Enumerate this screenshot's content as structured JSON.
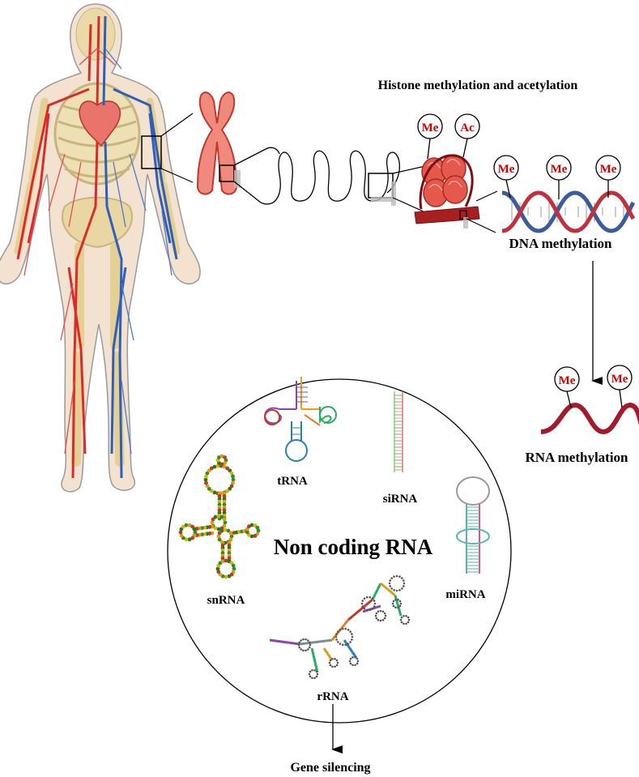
{
  "labels": {
    "histone": "Histone methylation and acetylation",
    "dna_methylation": "DNA methylation",
    "rna_methylation": "RNA methylation",
    "non_coding_rna": "Non coding RNA",
    "trna": "tRNA",
    "sirna": "siRNA",
    "snrna": "snRNA",
    "mirna": "miRNA",
    "rrna": "rRNA",
    "gene_silencing": "Gene silencing"
  },
  "tags": {
    "me": "Me",
    "ac": "Ac"
  },
  "colors": {
    "chromosome": "#f08a7e",
    "chromosome_stroke": "#c0392b",
    "histone": "#e5584c",
    "tag_text": "#d40000",
    "artery": "#d92b2b",
    "vein": "#2f5fb8",
    "bone": "#e9d39a",
    "dna_red": "#c0303d",
    "dna_blue": "#3b5b9c",
    "rna": "#a31b2b"
  }
}
